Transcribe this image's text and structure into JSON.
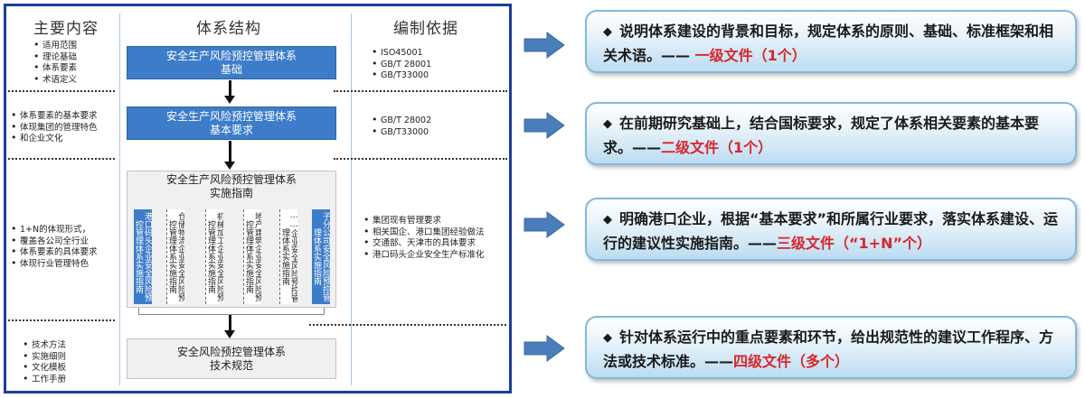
{
  "headers": {
    "content": "主要内容",
    "structure": "体系结构",
    "basis": "编制依据"
  },
  "left_bullets": {
    "row1": [
      "适用范围",
      "理论基础",
      "体系要素",
      "术语定义"
    ],
    "row2": [
      "体系要素的基本要求",
      "体现集团的管理特色",
      "和企业文化"
    ],
    "row3": [
      "1+N的体现形式，",
      "覆盖各公司全行业",
      "体系要素的具体要求",
      "体现行业管理特色"
    ],
    "row4": [
      "技术方法",
      "实施细则",
      "文化模板",
      "工作手册"
    ]
  },
  "right_bullets": {
    "row1": [
      "ISO45001",
      "GB/T 28001",
      "GB/T33000"
    ],
    "row2": [
      "GB/T 28002",
      "GB/T33000"
    ],
    "row3": [
      "集团现有管理要求",
      "相关国企、港口集团经验做法",
      "交通部、天津市的具体要求",
      "港口码头企业安全生产标准化"
    ]
  },
  "boxes": {
    "foundation": [
      "安全生产风险预控管理体系",
      "基础"
    ],
    "basic": [
      "安全生产风险预控管理体系",
      "基本要求"
    ],
    "guide": [
      "安全生产风险预控管理体系",
      "实施指南"
    ],
    "tech": [
      "安全风险预控管理体系",
      "技术规范"
    ]
  },
  "guide_subs": [
    {
      "text": "港口码头企业安全风险预控管理体系实施指南",
      "style": "blue"
    },
    {
      "text": "仓储物流企业安全风险预控管理体系实施指南",
      "style": "white"
    },
    {
      "text": "机械加工企业安全风险预控管理体系实施指南",
      "style": "white"
    },
    {
      "text": "地产建筑企业安全风险预控管理体系实施指南",
      "style": "white"
    },
    {
      "text": "……企业安全风险预控管理体系实施指南",
      "style": "white"
    },
    {
      "text": "子分公司安全风险预控管理体系实施指南",
      "style": "blue"
    }
  ],
  "callouts": [
    {
      "pre": "说明体系建设的背景和目标，规定体系的原则、基础、标准框架和相关术语。—— ",
      "red": "一级文件（1个）"
    },
    {
      "pre": "在前期研究基础上，结合国标要求，规定了体系相关要素的基本要求。——",
      "red": "二级文件（1个）"
    },
    {
      "pre": "明确港口企业，根据“基本要求”和所属行业要求，落实体系建设、运行的建议性实施指南。——",
      "red": "三级文件（“1+N”个）"
    },
    {
      "pre": "针对体系运行中的重点要素和环节，给出规范性的建议工作程序、方法或技术标准。——",
      "red": "四级文件（多个）"
    }
  ],
  "colors": {
    "frame": "#1c3d9a",
    "box_blue": "#3d7cc9",
    "accent_red": "#d9262b",
    "callout_border": "#83b8da"
  }
}
